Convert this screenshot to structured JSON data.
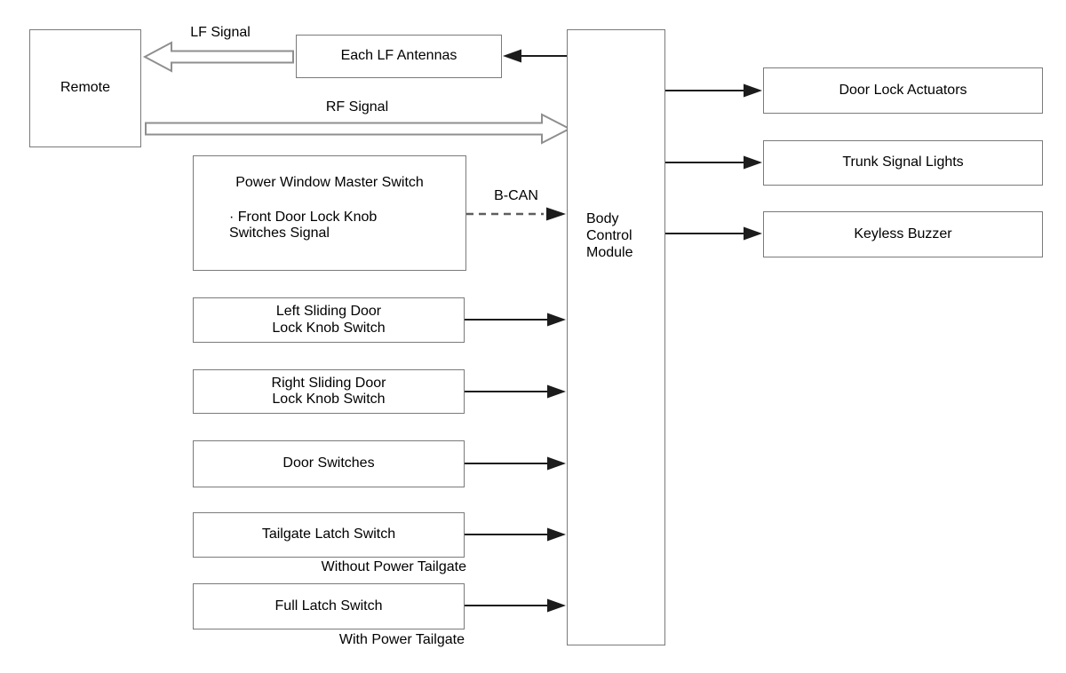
{
  "nodes": {
    "remote": "Remote",
    "each_lf_antennas": "Each LF Antennas",
    "power_window_master_switch": {
      "title": "Power Window Master Switch",
      "detail": "· Front Door Lock Knob\nSwitches Signal"
    },
    "left_sliding_door": "Left Sliding Door\nLock Knob Switch",
    "right_sliding_door": "Right Sliding Door\nLock Knob Switch",
    "door_switches": "Door Switches",
    "tailgate_latch_switch": "Tailgate Latch Switch",
    "full_latch_switch": "Full Latch Switch",
    "body_control_module": "Body\nControl\nModule",
    "door_lock_actuators": "Door Lock Actuators",
    "trunk_signal_lights": "Trunk Signal Lights",
    "keyless_buzzer": "Keyless Buzzer"
  },
  "signal_labels": {
    "lf": "LF Signal",
    "rf": "RF Signal",
    "bcan": "B-CAN"
  },
  "captions": {
    "without_power_tailgate": "Without Power Tailgate",
    "with_power_tailgate": "With Power Tailgate"
  },
  "colors": {
    "background": "#ffffff",
    "box_border": "#7a7a7a",
    "text": "#000000",
    "arrow": "#1c1c1c",
    "hollow_arrow_outline": "#8f8f8f",
    "dashed_line": "#5f5f5f"
  }
}
